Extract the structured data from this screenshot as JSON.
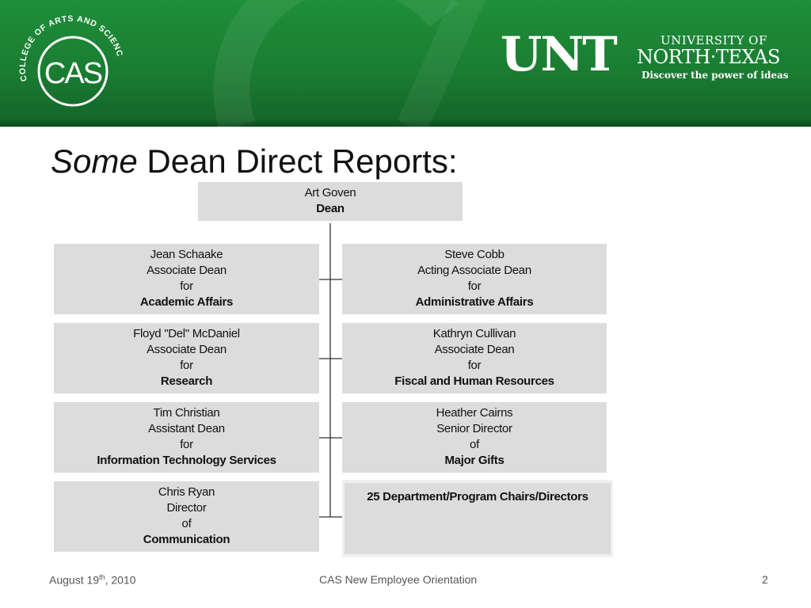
{
  "header": {
    "college_arc": "COLLEGE OF ARTS AND SCIENCES",
    "college_abbr": "CAS",
    "unt": "UNT",
    "university_of": "UNIVERSITY OF",
    "north_texas": "NORTH·TEXAS",
    "tagline": "Discover the power of ideas"
  },
  "title": {
    "em": "Some",
    "rest": " Dean Direct Reports:"
  },
  "dean": {
    "name": "Art Goven",
    "role": "Dean"
  },
  "reports": {
    "academic": {
      "name": "Jean Schaake",
      "title": "Associate Dean",
      "prep": "for",
      "area": "Academic Affairs"
    },
    "administrative": {
      "name": "Steve Cobb",
      "title": "Acting Associate Dean",
      "prep": "for",
      "area": "Administrative Affairs"
    },
    "research": {
      "name": "Floyd \"Del\" McDaniel",
      "title": "Associate Dean",
      "prep": "for",
      "area": "Research"
    },
    "fiscal": {
      "name": "Kathryn Cullivan",
      "title": "Associate Dean",
      "prep": "for",
      "area": "Fiscal and Human Resources"
    },
    "it": {
      "name": "Tim Christian",
      "title": "Assistant Dean",
      "prep": "for",
      "area": "Information Technology Services"
    },
    "gifts": {
      "name": "Heather Cairns",
      "title": "Senior Director",
      "prep": "of",
      "area": "Major Gifts"
    },
    "communication": {
      "name": "Chris Ryan",
      "title": "Director",
      "prep": "of",
      "area": "Communication"
    }
  },
  "chairs": {
    "label": "25 Department/Program Chairs/Directors"
  },
  "footer": {
    "date_main": "August 19",
    "date_sup": "th",
    "date_year": ", 2010",
    "center": "CAS New Employee Orientation",
    "page": "2"
  },
  "colors": {
    "banner_green": "#1a7d32",
    "box_gray": "#dcdcdc",
    "text": "#111111"
  }
}
